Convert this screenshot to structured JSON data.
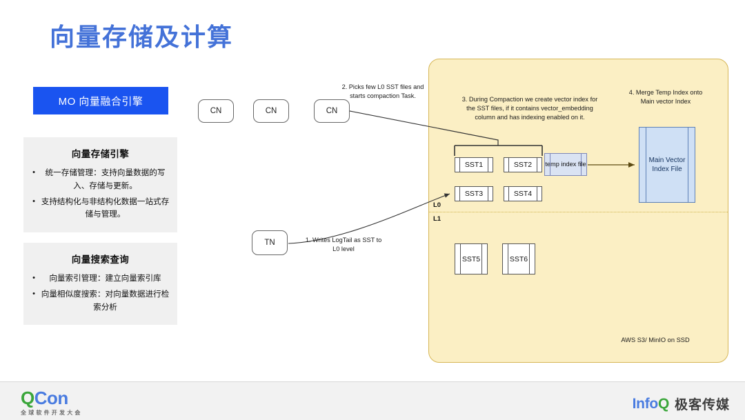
{
  "slide": {
    "title": "向量存储及计算"
  },
  "sidebar": {
    "header_label": "MO 向量融合引擎",
    "panels": [
      {
        "title": "向量存储引擎",
        "bullets": [
          "统一存储管理：支持向量数据的写入、存储与更新。",
          "支持结构化与非结构化数据一站式存储与管理。"
        ]
      },
      {
        "title": "向量搜索查询",
        "bullets": [
          "向量索引管理：建立向量索引库",
          "向量相似度搜索：对向量数据进行检索分析"
        ]
      }
    ],
    "bullet_marker": "•"
  },
  "diagram": {
    "nodes": [
      {
        "id": "cn1",
        "label": "CN"
      },
      {
        "id": "cn2",
        "label": "CN"
      },
      {
        "id": "cn3",
        "label": "CN"
      },
      {
        "id": "tn1",
        "label": "TN"
      }
    ],
    "notes": [
      {
        "id": "note1",
        "text": "1. Writes LogTail as SST to L0 level"
      },
      {
        "id": "note2",
        "text": "2. Picks few L0 SST files and starts compaction Task."
      },
      {
        "id": "note3",
        "text": "3. During Compaction we create vector index for the SST files, if it contains vector_embedding column and has indexing enabled on it."
      },
      {
        "id": "note4",
        "text": "4. Merge Temp Index onto Main vector Index"
      }
    ],
    "sst_files": [
      {
        "id": "sst1",
        "label": "SST1",
        "level": "L0"
      },
      {
        "id": "sst2",
        "label": "SST2",
        "level": "L0"
      },
      {
        "id": "sst3",
        "label": "SST3",
        "level": "L0"
      },
      {
        "id": "sst4",
        "label": "SST4",
        "level": "L0"
      },
      {
        "id": "sst5",
        "label": "SST5",
        "level": "L1"
      },
      {
        "id": "sst6",
        "label": "SST6",
        "level": "L1"
      }
    ],
    "temp_index_label": "temp index file",
    "main_index_label": "Main Vector Index File",
    "level_labels": {
      "l0": "L0",
      "l1": "L1"
    },
    "storage_label": "AWS S3/ MinIO on SSD",
    "colors": {
      "storage_fill": "#fbefc4",
      "storage_border": "#d6b656",
      "temp_index_fill": "#dae3f3",
      "main_index_fill": "#cfe0f5",
      "title_blue": "#4472d8",
      "header_blue": "#1a54f0"
    }
  },
  "footer": {
    "qcon_q": "Q",
    "qcon_con": "Con",
    "qcon_sub": "全球软件开发大会",
    "infoq_info": "Info",
    "infoq_q": "Q",
    "infoq_cn": "极客传媒"
  }
}
